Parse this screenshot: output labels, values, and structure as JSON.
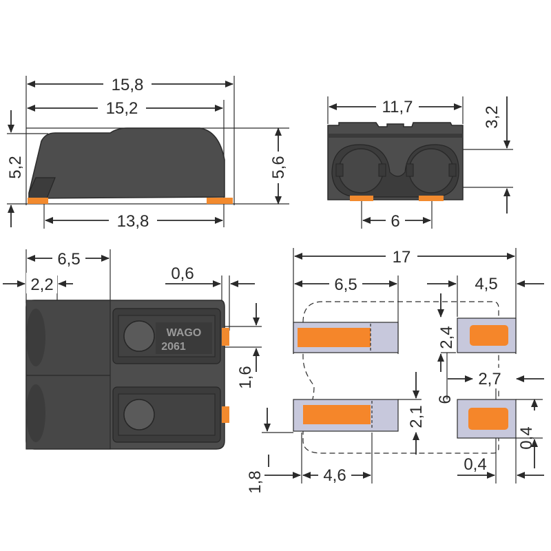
{
  "colors": {
    "housing": "#4d4d4d",
    "housing_dark": "#3c3c3c",
    "contact_orange": "#f28a2e",
    "pad_fill": "#c7c8dc",
    "line": "#2a2a2a"
  },
  "side_view": {
    "dim_overall_length": "15,8",
    "dim_housing_length": "15,2",
    "dim_pad_length": "13,8",
    "dim_height_left": "5,2",
    "dim_height_right": "5,6"
  },
  "front_view": {
    "dim_width": "11,7",
    "dim_top_offset": "3,2",
    "dim_pitch": "6"
  },
  "top_view": {
    "dim_body_length": "6,5",
    "dim_front_offset": "2,2",
    "dim_pin_width": "0,6",
    "dim_pin_offset": "1,6",
    "logo_text": "WAGO",
    "part_number": "2061"
  },
  "footprint": {
    "dim_total_width": "17",
    "dim_left_pad_width": "6,5",
    "dim_right_pad_width": "4,5",
    "dim_right_pad_height": "2,4",
    "dim_right_pad_spacing": "2,7",
    "dim_vertical_pitch": "6",
    "dim_left_pad_height": "2,1",
    "dim_right_corner": "0,4",
    "dim_right_corner_offset": "0,4",
    "dim_left_offset": "1,8",
    "dim_left_inner": "4,6"
  }
}
